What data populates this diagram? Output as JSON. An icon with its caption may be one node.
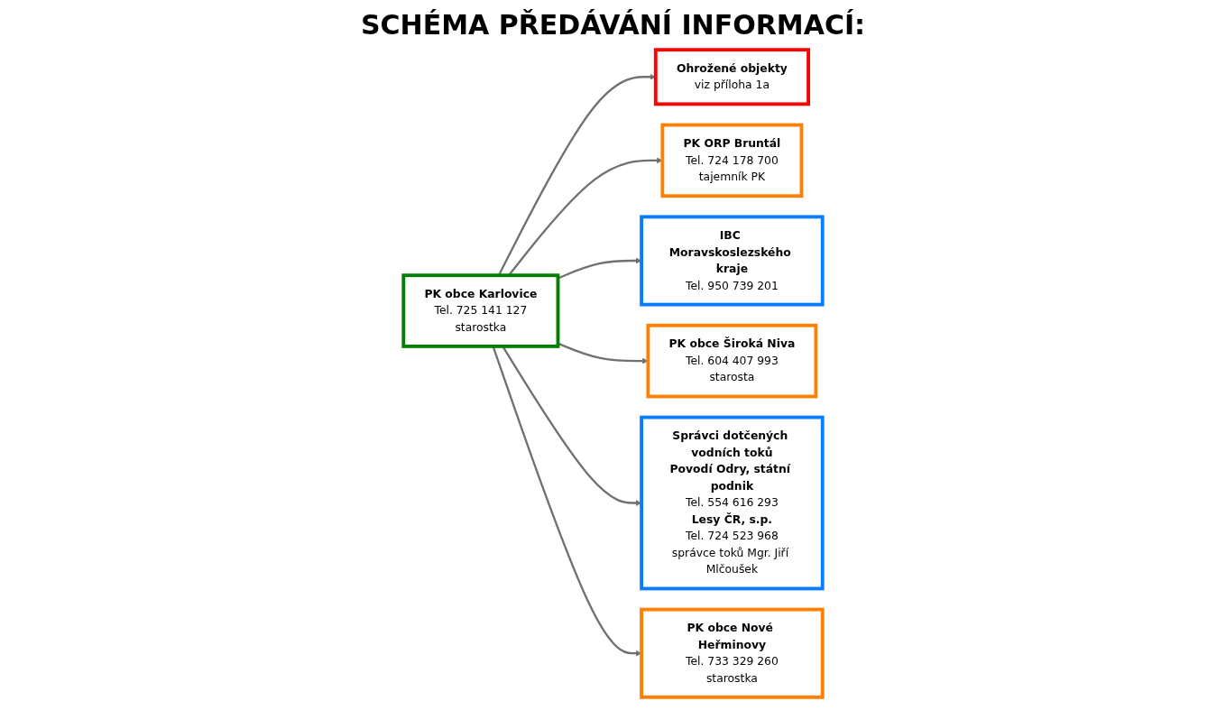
{
  "diagram": {
    "title": "SCHÉMA PŘEDÁVÁNÍ INFORMACÍ:",
    "nodes": [
      {
        "text": [
          "Ohrožené objekty",
          "viz příloha 1a"
        ]
      },
      {
        "text": [
          "PK ORP Bruntál",
          "Tel. 724 178 700",
          "tajemník PK"
        ]
      },
      {
        "text": [
          "IBC Moravskoslezského kraje",
          "Tel. 950 739 201"
        ]
      },
      {
        "text": [
          "PK obce Karlovice",
          "Tel. 725 141 127",
          "starostka"
        ]
      },
      {
        "text": [
          "PK obce Široká Niva",
          "Tel. 604 407 993",
          "starosta"
        ]
      },
      {
        "text": [
          "Správci dotčených vodních toků",
          "Povodí Odry, státní podnik",
          "Tel. 554 616 293",
          "Lesy ČR, s.p.",
          "Tel. 724 523 968",
          "správce toků Mgr. Jiří Mlčoušek"
        ]
      },
      {
        "text": [
          "PK obce Nové Heřminovy",
          "Tel. 733 329 260",
          "starostka"
        ]
      }
    ],
    "edges": [
      {
        "from": 3,
        "to": 0,
        "arrow": "to"
      },
      {
        "from": 3,
        "to": 1,
        "arrow": "to"
      },
      {
        "from": 3,
        "to": 2,
        "arrow": "to"
      },
      {
        "from": 3,
        "to": 4,
        "arrow": "to"
      },
      {
        "from": 3,
        "to": 5,
        "arrow": "to"
      },
      {
        "from": 3,
        "to": 6,
        "arrow": "to"
      }
    ]
  }
}
